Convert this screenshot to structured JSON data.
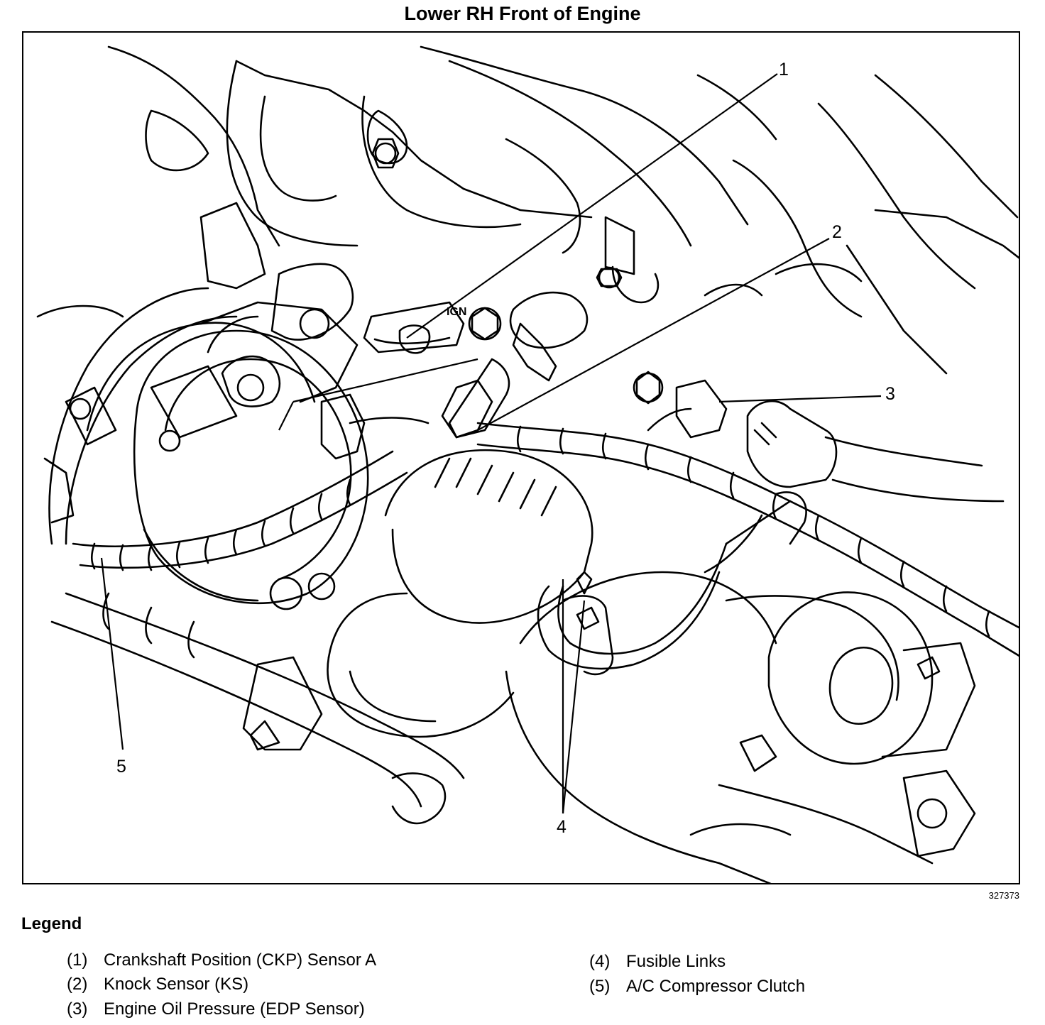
{
  "title": "Lower RH Front of Engine",
  "figure_id": "327373",
  "callouts": [
    "1",
    "2",
    "3",
    "4",
    "5"
  ],
  "legend": {
    "heading": "Legend",
    "items": [
      {
        "num": "(1)",
        "label": "Crankshaft Position (CKP) Sensor A"
      },
      {
        "num": "(2)",
        "label": "Knock Sensor (KS)"
      },
      {
        "num": "(3)",
        "label": "Engine Oil Pressure (EDP Sensor)"
      },
      {
        "num": "(4)",
        "label": "Fusible Links"
      },
      {
        "num": "(5)",
        "label": "A/C Compressor Clutch"
      }
    ]
  },
  "connector_marking": "IGN"
}
